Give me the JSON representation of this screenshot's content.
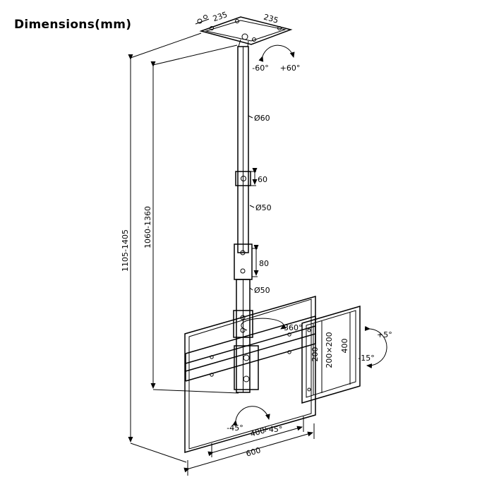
{
  "title": "Dimensions(mm)",
  "colors": {
    "line": "#000000",
    "background": "#ffffff"
  },
  "ceiling_plate": {
    "width_label": "235",
    "depth_label": "235"
  },
  "top_swivel": {
    "left_label": "-60°",
    "right_label": "+60°"
  },
  "pole": {
    "upper_diameter_label": "Ø60",
    "collar_label": "60",
    "mid_diameter_label": "Ø50",
    "overlap_label": "80",
    "lower_diameter_label": "Ø50"
  },
  "height_dims": {
    "overall_label": "1105-1405",
    "pole_label": "1060-1360"
  },
  "arm_rotation_label": "360°",
  "vesa_bracket": {
    "rail_label": "200",
    "pattern_label": "200×200",
    "height_label": "400"
  },
  "tilt": {
    "up_label": "+5°",
    "down_label": "-15°"
  },
  "bottom_swivel": {
    "left_label": "-45°",
    "right_label": "+45°"
  },
  "bottom_dims": {
    "vesa_width_label": "400",
    "overall_width_label": "600"
  }
}
